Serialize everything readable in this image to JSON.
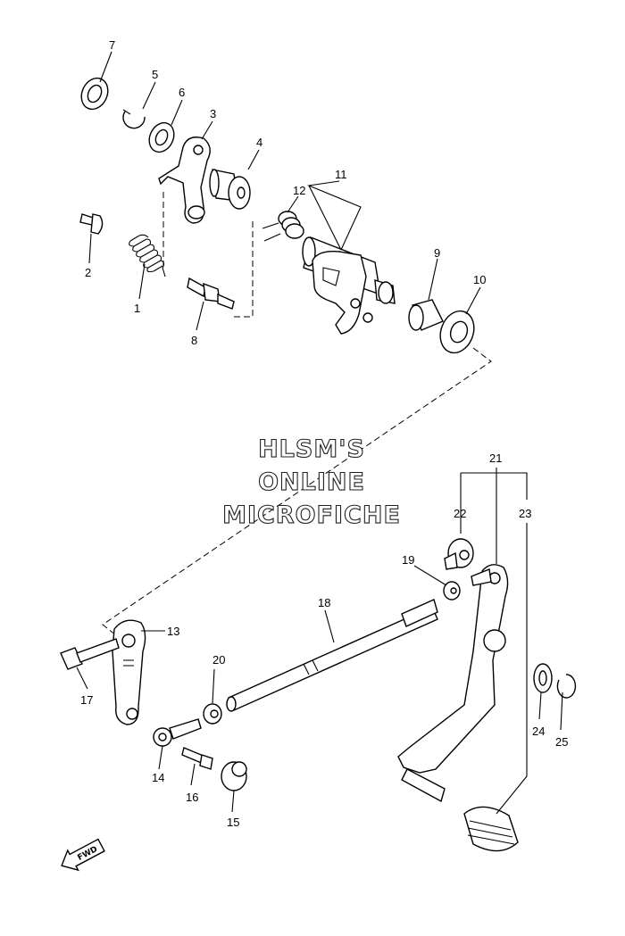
{
  "watermark": {
    "line1": "HLSM'S",
    "line2": "ONLINE",
    "line3": "MICROFICHE"
  },
  "fwd_label": "FWD",
  "callouts": [
    {
      "id": "c1",
      "text": "1"
    },
    {
      "id": "c2",
      "text": "2"
    },
    {
      "id": "c3",
      "text": "3"
    },
    {
      "id": "c4",
      "text": "4"
    },
    {
      "id": "c5",
      "text": "5"
    },
    {
      "id": "c6",
      "text": "6"
    },
    {
      "id": "c7",
      "text": "7"
    },
    {
      "id": "c8",
      "text": "8"
    },
    {
      "id": "c9",
      "text": "9"
    },
    {
      "id": "c10",
      "text": "10"
    },
    {
      "id": "c11",
      "text": "11"
    },
    {
      "id": "c12",
      "text": "12"
    },
    {
      "id": "c13",
      "text": "13"
    },
    {
      "id": "c14",
      "text": "14"
    },
    {
      "id": "c15",
      "text": "15"
    },
    {
      "id": "c16",
      "text": "16"
    },
    {
      "id": "c17",
      "text": "17"
    },
    {
      "id": "c18",
      "text": "18"
    },
    {
      "id": "c19",
      "text": "19"
    },
    {
      "id": "c20",
      "text": "20"
    },
    {
      "id": "c21",
      "text": "21"
    },
    {
      "id": "c22",
      "text": "22"
    },
    {
      "id": "c23",
      "text": "23"
    },
    {
      "id": "c24",
      "text": "24"
    },
    {
      "id": "c25",
      "text": "25"
    }
  ]
}
